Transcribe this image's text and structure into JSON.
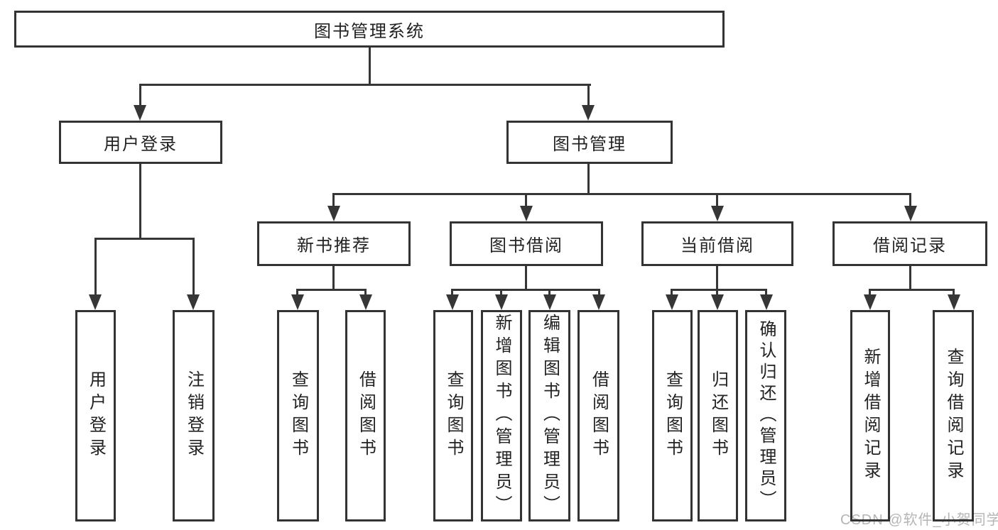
{
  "diagram": {
    "title": "图书管理系统",
    "root": {
      "label": "图书管理系统"
    },
    "user_login": {
      "label": "用户登录",
      "children": {
        "login": {
          "label": "用户登录"
        },
        "logout": {
          "label": "注销登录"
        }
      }
    },
    "book_mgmt": {
      "label": "图书管理",
      "sections": {
        "new_book_rec": {
          "label": "新书推荐",
          "children": {
            "query_books": {
              "label": "查询图书"
            },
            "borrow_books": {
              "label": "借阅图书"
            }
          }
        },
        "book_borrow": {
          "label": "图书借阅",
          "children": {
            "query_books": {
              "label": "查询图书"
            },
            "add_books": {
              "label": "新增图书（管理员）"
            },
            "edit_books": {
              "label": "编辑图书（管理员）"
            },
            "borrow_books": {
              "label": "借阅图书"
            }
          }
        },
        "current_borrow": {
          "label": "当前借阅",
          "children": {
            "query_books": {
              "label": "查询图书"
            },
            "return_books": {
              "label": "归还图书"
            },
            "confirm_return": {
              "label": "确认归还（管理员）"
            }
          }
        },
        "borrow_records": {
          "label": "借阅记录",
          "children": {
            "add_record": {
              "label": "新增借阅记录"
            },
            "query_record": {
              "label": "查询借阅记录"
            }
          }
        }
      }
    }
  },
  "watermark": {
    "text": "CSDN @软件_小贺同学"
  },
  "colors": {
    "line": "#363636",
    "border": "#333333",
    "text": "#222222",
    "watermark": "#b5b5b5",
    "background": "#ffffff"
  }
}
